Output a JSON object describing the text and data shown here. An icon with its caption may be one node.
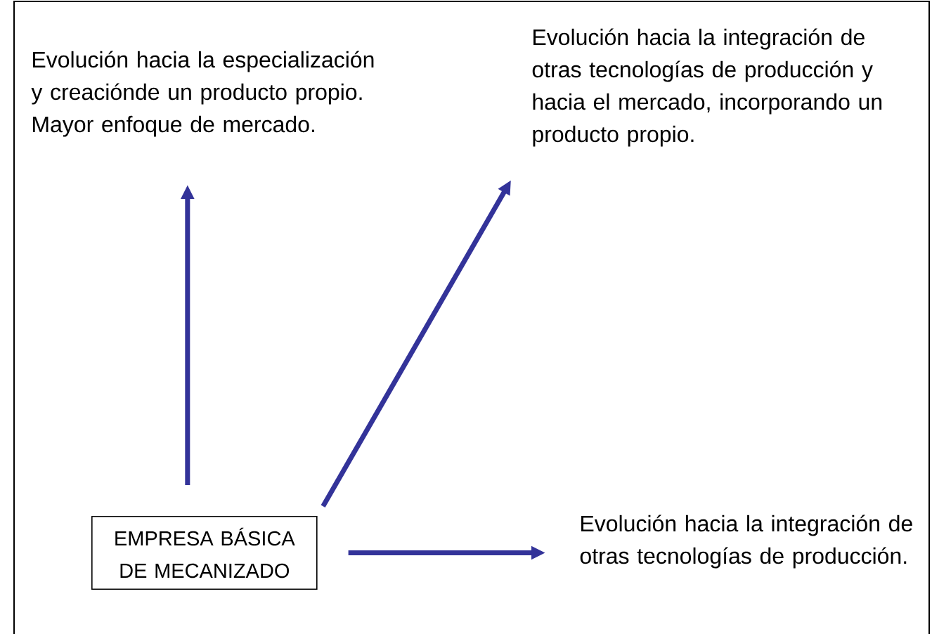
{
  "diagram": {
    "nodes": [
      {
        "text": [
          "EMPRESA BÁSICA DE MECANIZADO"
        ]
      },
      {
        "text": [
          "Evolución hacia la especialización y creaciónde un producto propio. Mayor enfoque de mercado."
        ]
      },
      {
        "text": [
          "Evolución hacia la integración de otras tecnologías de producción y hacia el mercado, incorporando un producto propio."
        ]
      },
      {
        "text": [
          "Evolución hacia la integración de otras tecnologías de producción."
        ]
      }
    ],
    "edges": [
      {
        "from": 0,
        "to": 1,
        "arrow": "to"
      },
      {
        "from": 0,
        "to": 2,
        "arrow": "to"
      },
      {
        "from": 0,
        "to": 3,
        "arrow": "to"
      }
    ]
  }
}
